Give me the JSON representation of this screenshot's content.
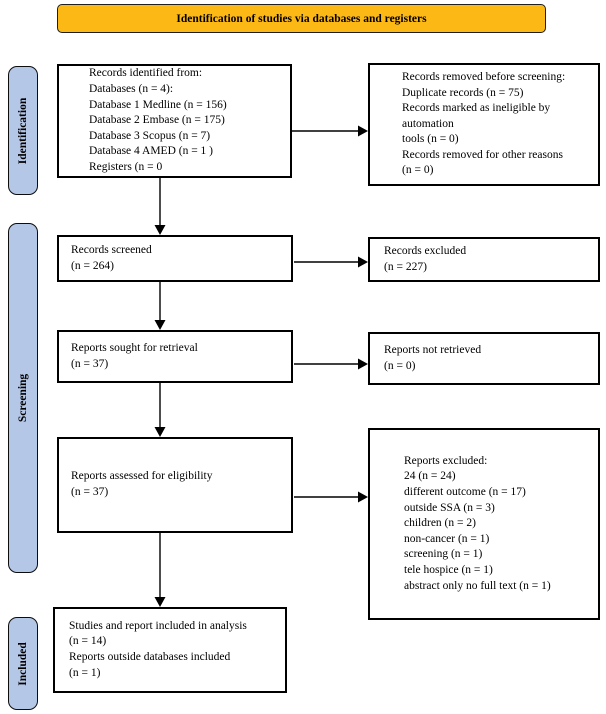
{
  "banner": {
    "label": "Identification of studies via databases and registers"
  },
  "sidebars": [
    {
      "id": "identification",
      "label": "Identification"
    },
    {
      "id": "screening",
      "label": "Screening"
    },
    {
      "id": "included",
      "label": "Included"
    }
  ],
  "boxes": {
    "records_identified": {
      "lines": [
        "Records identified from:",
        "Databases (n = 4):",
        "Database 1 Medline (n = 156)",
        "Database 2 Embase (n = 175)",
        "Database 3 Scopus (n = 7)",
        "Database 4 AMED (n = 1 )",
        "Registers (n = 0"
      ]
    },
    "records_removed": {
      "lines": [
        "Records removed before screening:",
        "Duplicate records (n = 75)",
        "Records marked as ineligible by",
        "automation",
        "tools (n = 0)",
        "Records removed for other reasons",
        "(n = 0)"
      ]
    },
    "records_screened": {
      "lines": [
        "Records screened",
        "(n = 264)"
      ]
    },
    "records_excluded": {
      "lines": [
        "Records excluded",
        "(n = 227)"
      ]
    },
    "reports_sought": {
      "lines": [
        "Reports sought for retrieval",
        "(n = 37)"
      ]
    },
    "reports_not_retrieved": {
      "lines": [
        "Reports not retrieved",
        "(n = 0)"
      ]
    },
    "reports_assessed": {
      "lines": [
        "Reports assessed for eligibility",
        "(n = 37)"
      ]
    },
    "reports_excluded": {
      "lines": [
        "Reports excluded:",
        "24 (n = 24)",
        "different outcome (n = 17)",
        "outside SSA (n = 3)",
        "children (n = 2)",
        "non-cancer (n = 1)",
        "screening (n = 1)",
        "tele hospice (n = 1)",
        "abstract only no full text (n = 1)"
      ]
    },
    "included_final": {
      "lines": [
        "Studies and report included in analysis",
        "(n = 14)",
        "Reports outside databases included",
        "(n = 1)"
      ]
    }
  },
  "colors": {
    "banner_bg": "#FCB814",
    "banner_border": "#1F1F1F",
    "sidebar_bg": "#B4C7E7",
    "box_border": "#000000",
    "arrow": "#000000"
  }
}
